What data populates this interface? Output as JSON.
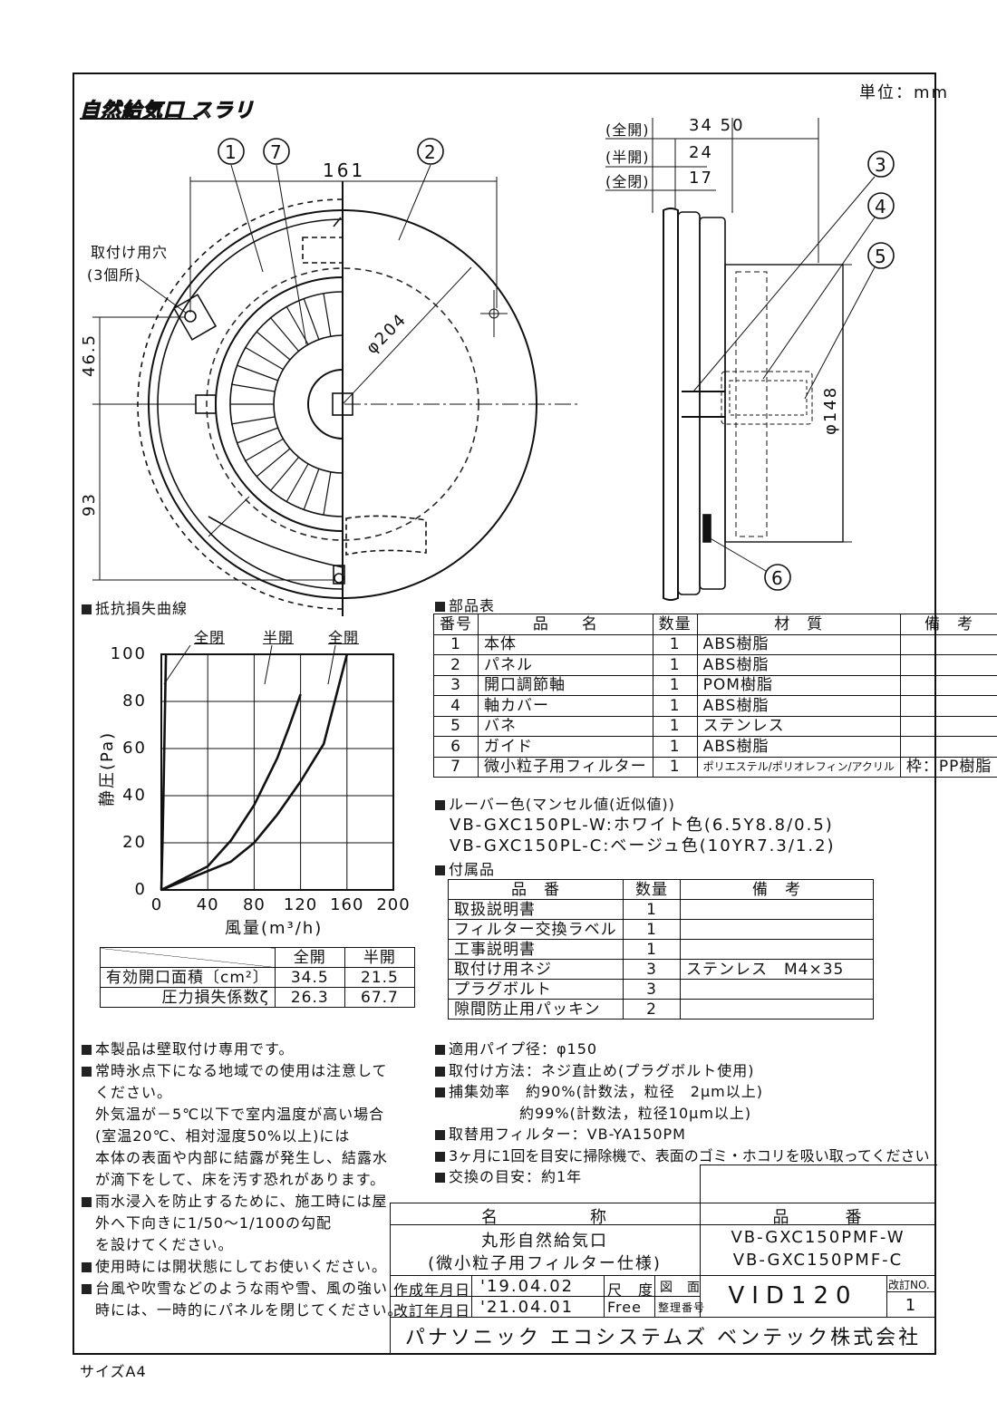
{
  "unit_label": "単位：mm",
  "brand": "自然給気口 スラリ",
  "size_label": "サイズA4",
  "drawing": {
    "callouts": [
      "1",
      "7",
      "2",
      "3",
      "4",
      "5",
      "6"
    ],
    "dim_161": "161",
    "dim_465": "46.5",
    "dim_93": "93",
    "dim_204": "φ204",
    "dim_148": "φ148",
    "mount_hole": "取付け用穴",
    "mount_hole_count": "(3個所)",
    "side_rows": [
      {
        "label": "(全開)",
        "values": "34   50"
      },
      {
        "label": "(半開)",
        "values": "24"
      },
      {
        "label": "(全閉)",
        "values": "17"
      }
    ]
  },
  "curve": {
    "heading": "抵抗損失曲線",
    "series_labels": [
      "全閉",
      "半開",
      "全開"
    ]
  },
  "chart_data": {
    "type": "line",
    "title": "抵抗損失曲線",
    "xlabel": "風量(m³/h)",
    "ylabel": "静圧(Pa)",
    "xlim": [
      0,
      200
    ],
    "ylim": [
      0,
      100
    ],
    "xticks": [
      "0",
      "40",
      "80",
      "120",
      "160",
      "200"
    ],
    "yticks": [
      "0",
      "20",
      "40",
      "60",
      "80",
      "100"
    ],
    "series": [
      {
        "name": "全閉",
        "x": [
          0,
          1,
          2,
          3,
          4
        ],
        "y": [
          0,
          20,
          45,
          72,
          100
        ]
      },
      {
        "name": "半開",
        "x": [
          0,
          40,
          60,
          80,
          90,
          100,
          110,
          120
        ],
        "y": [
          0,
          10,
          21,
          36,
          46,
          56,
          69,
          83
        ]
      },
      {
        "name": "全開",
        "x": [
          0,
          60,
          80,
          100,
          120,
          140,
          160
        ],
        "y": [
          0,
          12,
          20,
          32,
          46,
          62,
          100
        ]
      }
    ]
  },
  "area_table": {
    "headers": [
      "",
      "全開",
      "半開"
    ],
    "rows": [
      [
        "有効開口面積〔cm²〕",
        "34.5",
        "21.5"
      ],
      [
        "圧力損失係数ζ",
        "26.3",
        "67.7"
      ]
    ]
  },
  "parts": {
    "heading": "部品表",
    "headers": [
      "番号",
      "品　　名",
      "数量",
      "材　質",
      "備　考"
    ],
    "rows": [
      [
        "1",
        "本体",
        "1",
        "ABS樹脂",
        ""
      ],
      [
        "2",
        "パネル",
        "1",
        "ABS樹脂",
        ""
      ],
      [
        "3",
        "開口調節軸",
        "1",
        "POM樹脂",
        ""
      ],
      [
        "4",
        "軸カバー",
        "1",
        "ABS樹脂",
        ""
      ],
      [
        "5",
        "バネ",
        "1",
        "ステンレス",
        ""
      ],
      [
        "6",
        "ガイド",
        "1",
        "ABS樹脂",
        ""
      ],
      [
        "7",
        "微小粒子用フィルター",
        "1",
        "ポリエステル/ポリオレフィン/アクリル",
        "枠：PP樹脂"
      ]
    ]
  },
  "louver": {
    "heading": "ルーバー色(マンセル値(近似値))",
    "lines": [
      "VB-GXC150PL-W:ホワイト色(6.5Y8.8/0.5)",
      "VB-GXC150PL-C:ベージュ色(10YR7.3/1.2)"
    ]
  },
  "accessories": {
    "heading": "付属品",
    "headers": [
      "品　番",
      "数量",
      "備　考"
    ],
    "rows": [
      [
        "取扱説明書",
        "1",
        ""
      ],
      [
        "フィルター交換ラベル",
        "1",
        ""
      ],
      [
        "工事説明書",
        "1",
        ""
      ],
      [
        "取付け用ネジ",
        "3",
        "ステンレス　M4×35"
      ],
      [
        "プラグボルト",
        "3",
        ""
      ],
      [
        "隙間防止用パッキン",
        "2",
        ""
      ]
    ]
  },
  "notes_left": [
    "本製品は壁取付け専用です。",
    "常時氷点下になる地域での使用は注意して",
    "ください。",
    "外気温が－5℃以下で室内温度が高い場合",
    "(室温20℃、相対湿度50%以上)には",
    "本体の表面や内部に結露が発生し、結露水",
    "が滴下をして、床を汚す恐れがあります。",
    "雨水浸入を防止するために、施工時には屋",
    "外へ下向きに1/50～1/100の勾配",
    "を設けてください。",
    "使用時には開状態にしてお使いください。",
    "台風や吹雪などのような雨や雪、風の強い",
    "時には、一時的にパネルを閉じてください。"
  ],
  "notes_right": [
    "適用パイプ径：φ150",
    "取付け方法：ネジ直止め(プラグボルト使用)",
    "捕集効率　約90%(計数法，粒径　2μm以上)",
    "約99%(計数法，粒径10μm以上)",
    "取替用フィルター：VB-YA150PM",
    "3ヶ月に1回を目安に掃除機で、表面のゴミ・ホコリを吸い取ってください",
    "交換の目安：約1年"
  ],
  "title_block": {
    "name_label": "名　　　　　称",
    "number_label": "品　　　番",
    "product_name": "丸形自然給気口",
    "product_sub": "(微小粒子用フィルター仕様)",
    "models": [
      "VB-GXC150PMF-W",
      "VB-GXC150PMF-C"
    ],
    "created_label": "作成年月日",
    "created": "'19.04.02",
    "revised_label": "改訂年月日",
    "revised": "'21.04.01",
    "scale_label": "尺　度",
    "scale": "Free",
    "drawing_label1": "図　面",
    "drawing_label2": "整理番号",
    "drawing_no": "VID120",
    "rev_label": "改訂NO.",
    "rev_no": "1",
    "company": "パナソニック エコシステムズ ベンテック株式会社"
  }
}
